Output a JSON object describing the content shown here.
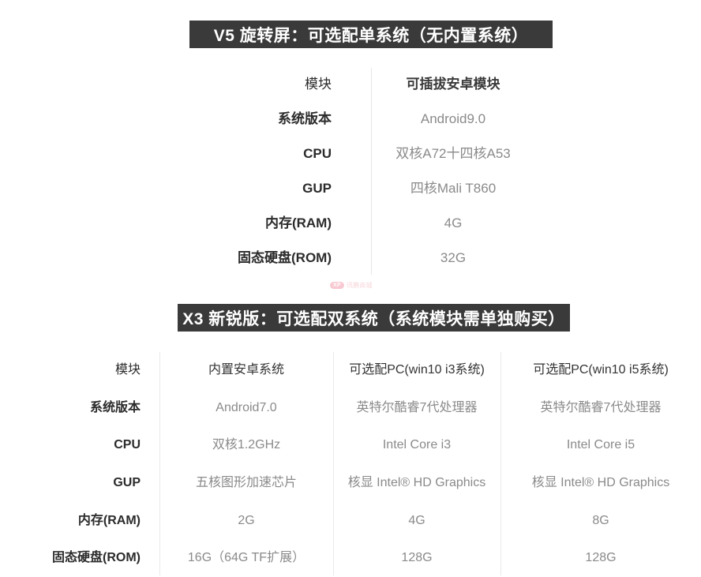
{
  "sections": [
    {
      "id": "v5",
      "banner": "V5 旋转屏：可选配单系统（无内置系统）",
      "columns": [
        "模块",
        "可插拔安卓模块"
      ],
      "rows": [
        {
          "label": "系统版本",
          "values": [
            "Android9.0"
          ]
        },
        {
          "label": "CPU",
          "values": [
            "双核A72十四核A53"
          ]
        },
        {
          "label": "GUP",
          "values": [
            "四核Mali T860"
          ]
        },
        {
          "label": "内存(RAM)",
          "values": [
            "4G"
          ]
        },
        {
          "label": "固态硬盘(ROM)",
          "values": [
            "32G"
          ]
        }
      ]
    },
    {
      "id": "x3",
      "banner": "X3 新锐版：可选配双系统（系统模块需单独购买）",
      "columns": [
        "模块",
        "内置安卓系统",
        "可选配PC(win10 i3系统)",
        "可选配PC(win10 i5系统)"
      ],
      "rows": [
        {
          "label": "系统版本",
          "values": [
            "Android7.0",
            "英特尔酷睿7代处理器",
            "英特尔酷睿7代处理器"
          ]
        },
        {
          "label": "CPU",
          "values": [
            "双核1.2GHz",
            "Intel Core i3",
            "Intel Core i5"
          ]
        },
        {
          "label": "GUP",
          "values": [
            "五核图形加速芯片",
            "核显 Intel® HD Graphics",
            "核显 Intel® HD Graphics"
          ]
        },
        {
          "label": "内存(RAM)",
          "values": [
            "2G",
            "4G",
            "8G"
          ]
        },
        {
          "label": "固态硬盘(ROM)",
          "values": [
            "16G（64G TF扩展）",
            "128G",
            "128G"
          ]
        }
      ]
    }
  ],
  "watermark": {
    "badge": "XP",
    "text": "讯鹏商城"
  },
  "colors": {
    "banner_bg": "#3a3a3a",
    "banner_text": "#ffffff",
    "label_text": "#2b2b2b",
    "value_text": "#8a8a8a",
    "rule": "#e6e6e6",
    "watermark_pink": "#f08a9b",
    "page_bg": "#ffffff"
  }
}
